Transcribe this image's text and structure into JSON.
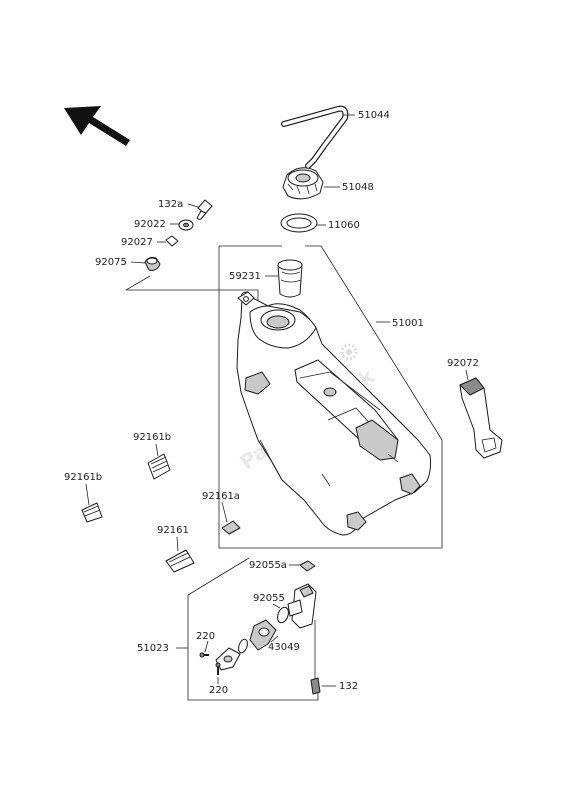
{
  "watermark": "PartsRepublik",
  "part_numbers": {
    "p51044": "51044",
    "p51048": "51048",
    "p132a": "132a",
    "p92022": "92022",
    "p92027": "92027",
    "p92075": "92075",
    "p11060": "11060",
    "p59231": "59231",
    "p51001": "51001",
    "p92072": "92072",
    "p92161b_1": "92161b",
    "p92161b_2": "92161b",
    "p92161a": "92161a",
    "p92161": "92161",
    "p92055a": "92055a",
    "p92055": "92055",
    "p43049": "43049",
    "p51023": "51023",
    "p220_1": "220",
    "p220_2": "220",
    "p132": "132"
  }
}
